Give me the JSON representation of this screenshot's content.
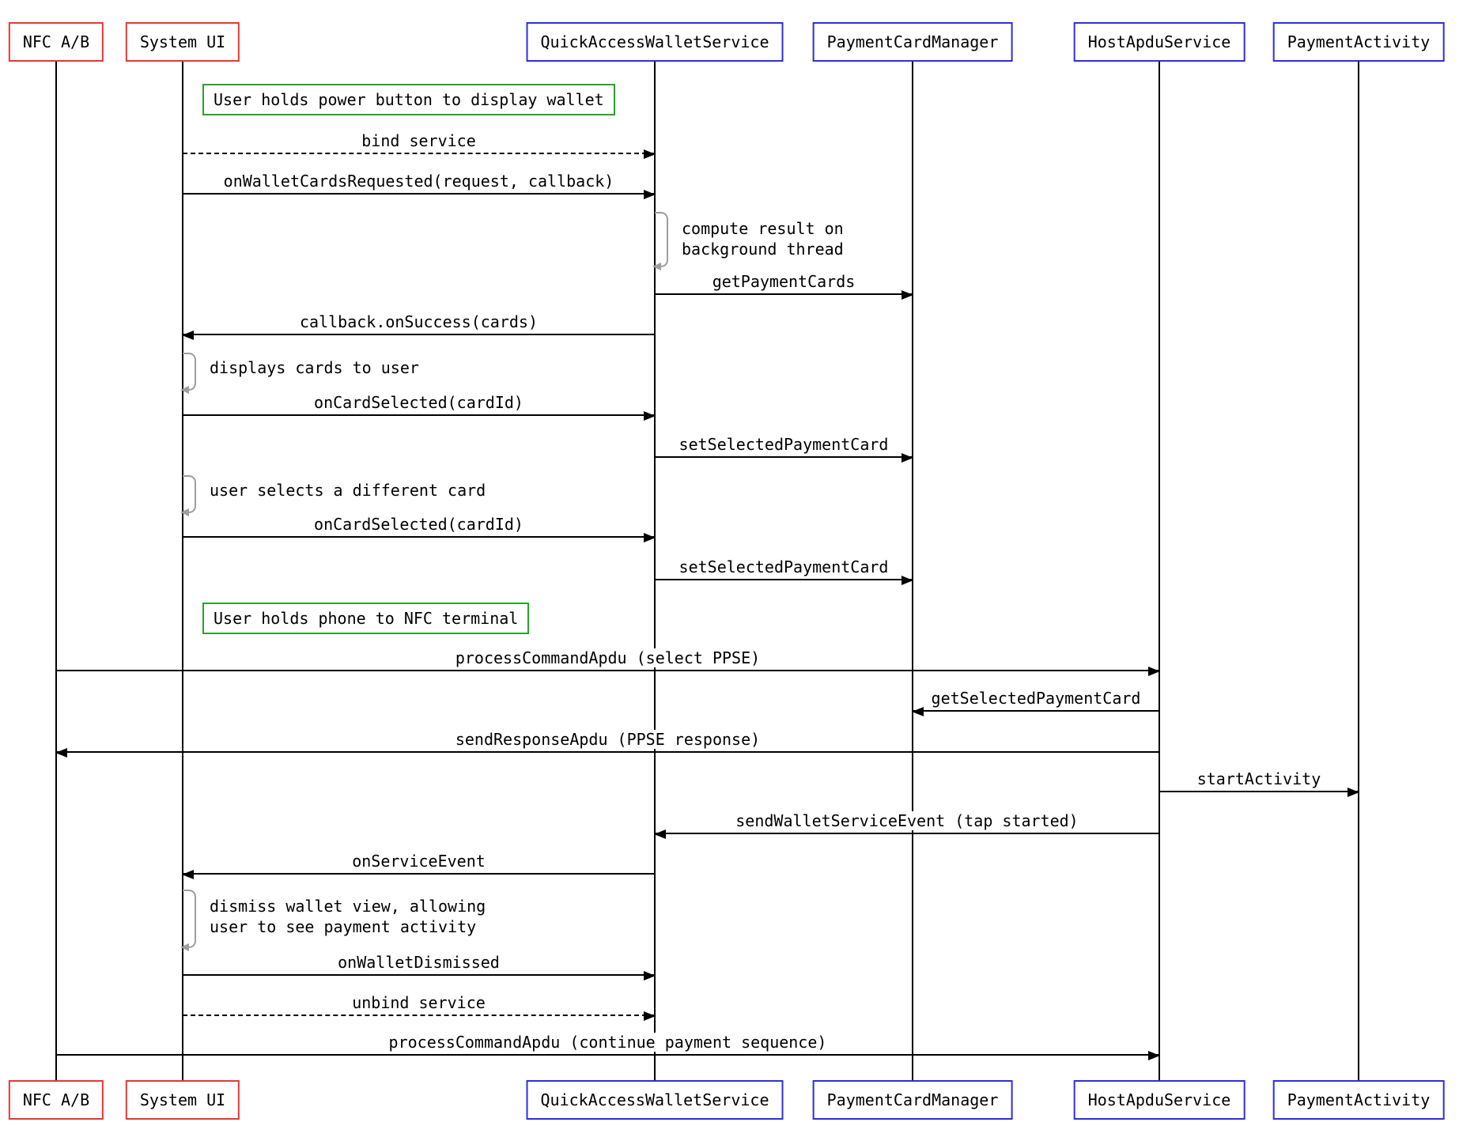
{
  "actors": [
    {
      "label": "NFC A/B",
      "color": "red"
    },
    {
      "label": "System UI",
      "color": "red"
    },
    {
      "label": "QuickAccessWalletService",
      "color": "blue"
    },
    {
      "label": "PaymentCardManager",
      "color": "blue"
    },
    {
      "label": "HostApduService",
      "color": "blue"
    },
    {
      "label": "PaymentActivity",
      "color": "blue"
    }
  ],
  "notes": [
    {
      "text": "User holds power button to display wallet"
    },
    {
      "text": "User holds phone to NFC terminal"
    }
  ],
  "messages": [
    {
      "label": "bind service",
      "from": "System UI",
      "to": "QuickAccessWalletService",
      "line": "dashed"
    },
    {
      "label": "onWalletCardsRequested(request, callback)",
      "from": "System UI",
      "to": "QuickAccessWalletService",
      "line": "solid"
    },
    {
      "label": "getPaymentCards",
      "from": "QuickAccessWalletService",
      "to": "PaymentCardManager",
      "line": "solid"
    },
    {
      "label": "callback.onSuccess(cards)",
      "from": "QuickAccessWalletService",
      "to": "System UI",
      "line": "solid"
    },
    {
      "label": "onCardSelected(cardId)",
      "from": "System UI",
      "to": "QuickAccessWalletService",
      "line": "solid"
    },
    {
      "label": "setSelectedPaymentCard",
      "from": "QuickAccessWalletService",
      "to": "PaymentCardManager",
      "line": "solid"
    },
    {
      "label": "onCardSelected(cardId)",
      "from": "System UI",
      "to": "QuickAccessWalletService",
      "line": "solid"
    },
    {
      "label": "setSelectedPaymentCard",
      "from": "QuickAccessWalletService",
      "to": "PaymentCardManager",
      "line": "solid"
    },
    {
      "label": "processCommandApdu (select PPSE)",
      "from": "NFC A/B",
      "to": "HostApduService",
      "line": "solid"
    },
    {
      "label": "getSelectedPaymentCard",
      "from": "HostApduService",
      "to": "PaymentCardManager",
      "line": "solid"
    },
    {
      "label": "sendResponseApdu (PPSE response)",
      "from": "HostApduService",
      "to": "NFC A/B",
      "line": "solid"
    },
    {
      "label": "startActivity",
      "from": "HostApduService",
      "to": "PaymentActivity",
      "line": "solid"
    },
    {
      "label": "sendWalletServiceEvent (tap started)",
      "from": "HostApduService",
      "to": "QuickAccessWalletService",
      "line": "solid"
    },
    {
      "label": "onServiceEvent",
      "from": "QuickAccessWalletService",
      "to": "System UI",
      "line": "solid"
    },
    {
      "label": "onWalletDismissed",
      "from": "System UI",
      "to": "QuickAccessWalletService",
      "line": "solid"
    },
    {
      "label": "unbind service",
      "from": "System UI",
      "to": "QuickAccessWalletService",
      "line": "dashed"
    },
    {
      "label": "processCommandApdu (continue payment sequence)",
      "from": "NFC A/B",
      "to": "HostApduService",
      "line": "solid"
    }
  ],
  "self_calls": [
    {
      "on": "QuickAccessWalletService",
      "lines": [
        "compute result on",
        "background thread"
      ]
    },
    {
      "on": "System UI",
      "lines": [
        "displays cards to user"
      ]
    },
    {
      "on": "System UI",
      "lines": [
        "user selects a different card"
      ]
    },
    {
      "on": "System UI",
      "lines": [
        "dismiss wallet view, allowing",
        "user to see payment activity"
      ]
    }
  ],
  "colors": {
    "actor_red": "#e53834",
    "actor_blue": "#2d2ee0",
    "note_green": "#2ca12c",
    "self_gray": "#9e9e9e",
    "line_black": "#000000",
    "background": "#ffffff"
  }
}
